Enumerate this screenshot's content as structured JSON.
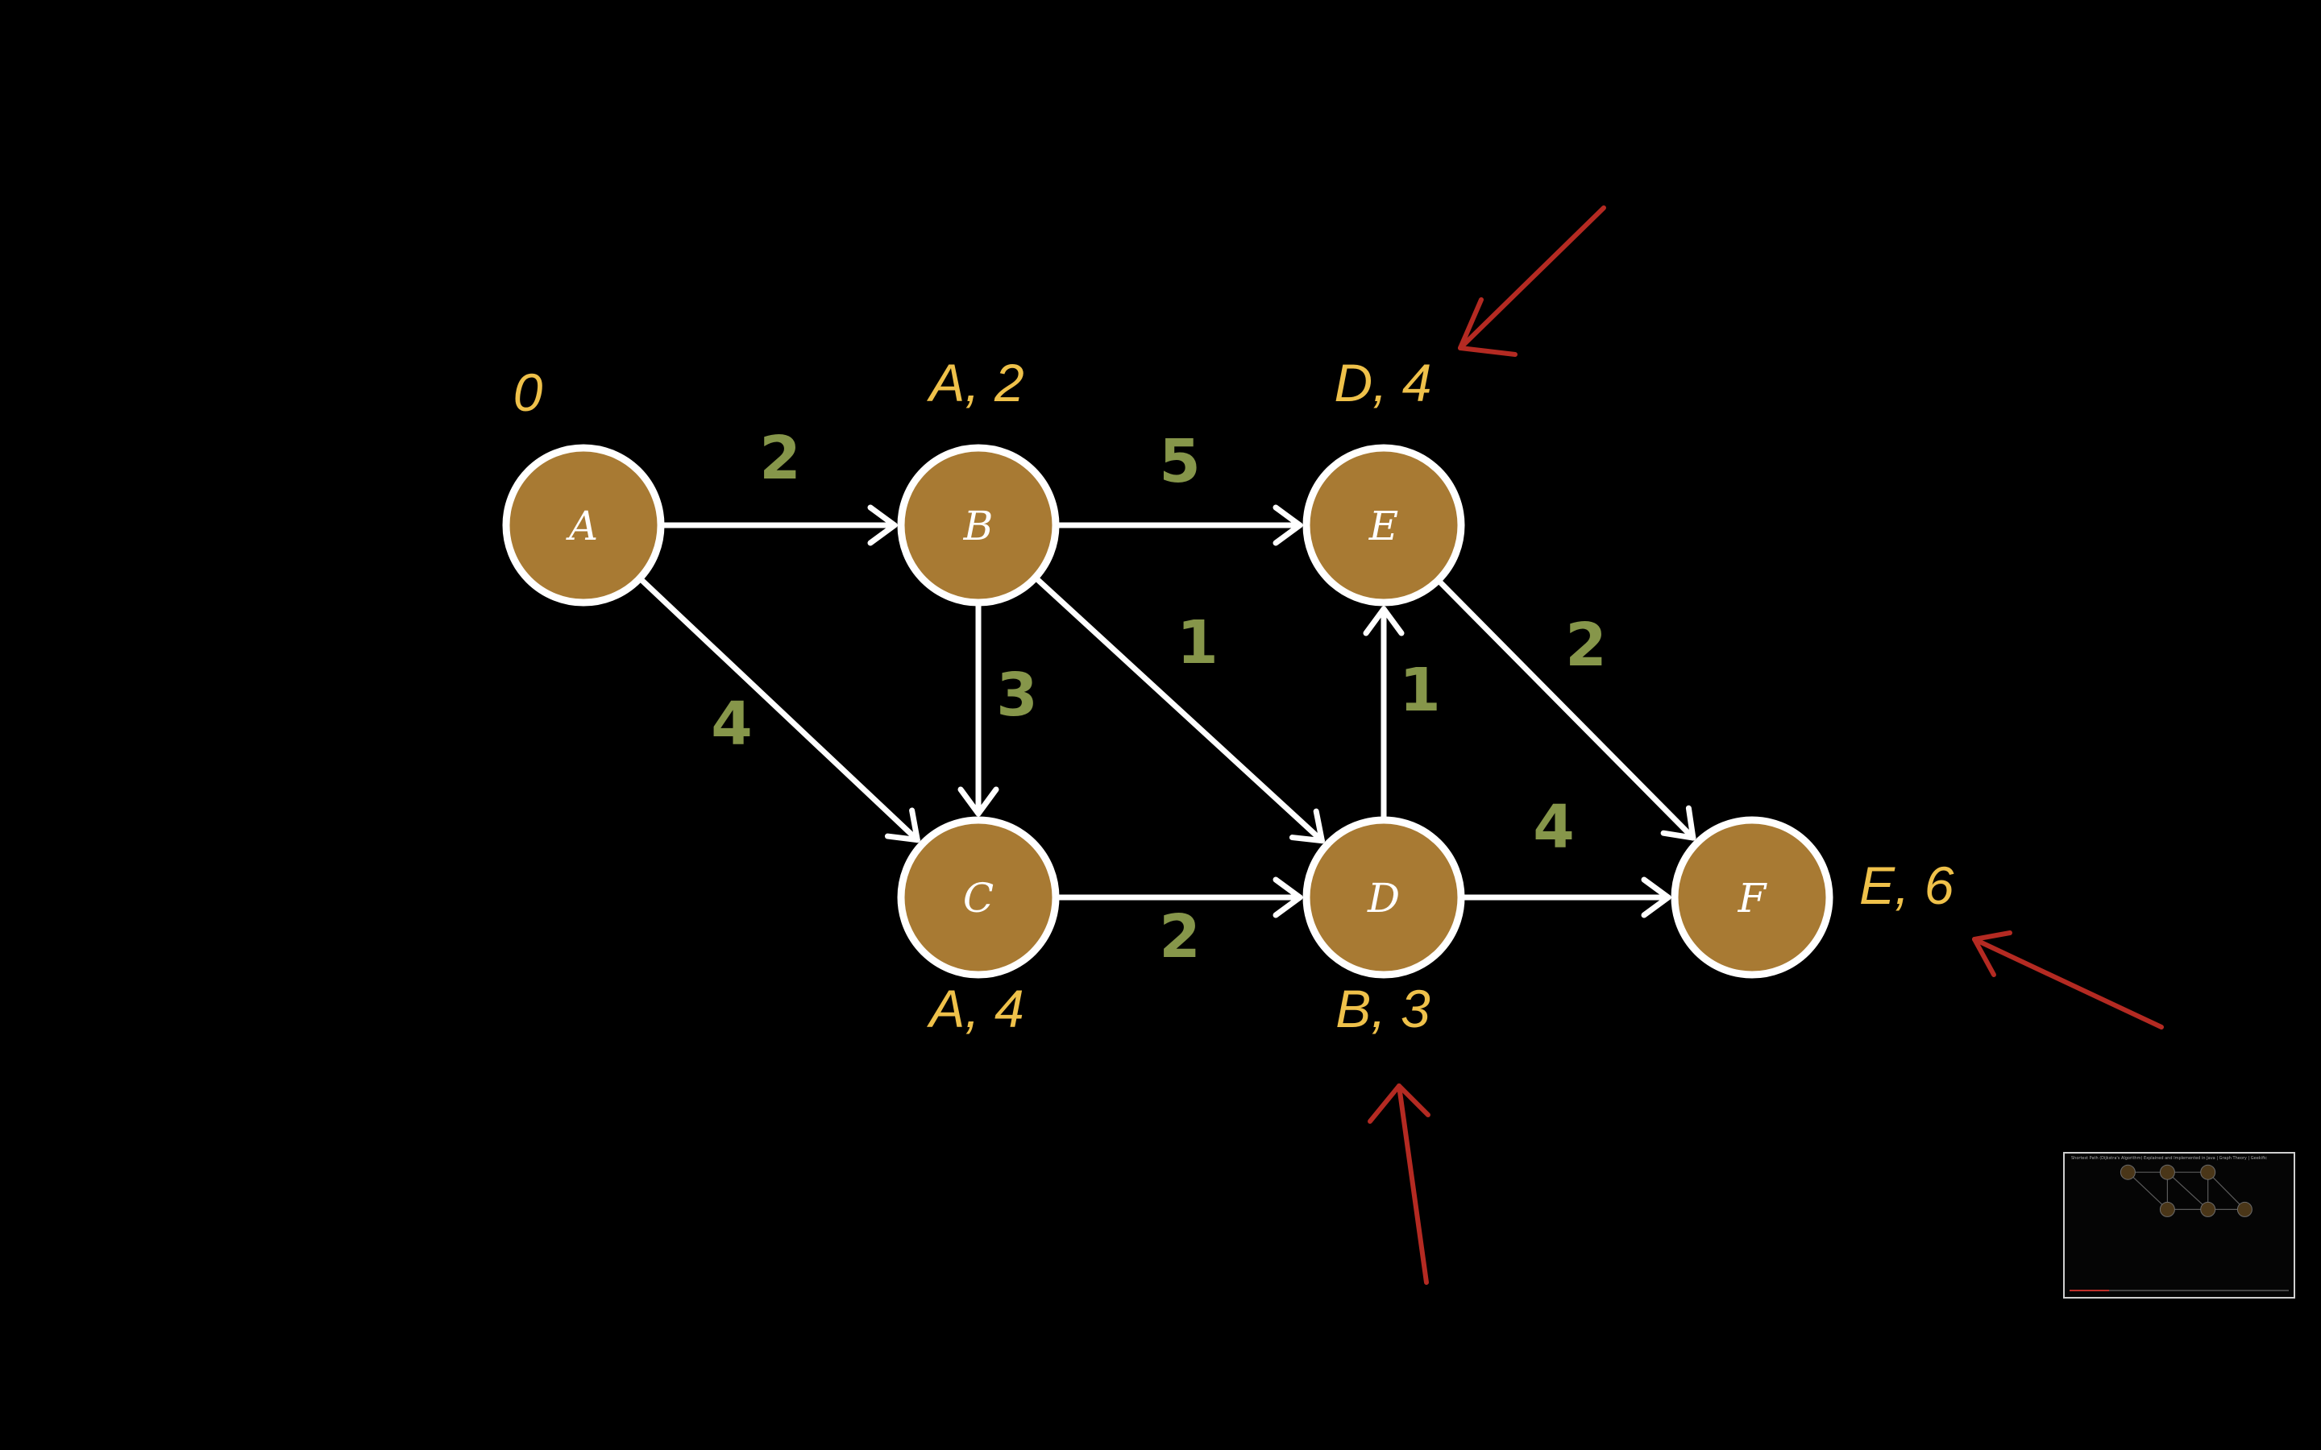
{
  "diagram": {
    "colors": {
      "background": "#000000",
      "node_fill": "#a87a33",
      "node_stroke": "#ffffff",
      "edge": "#ffffff",
      "weight_text": "#86964a",
      "distance_text": "#efc14a",
      "annotation_arrow": "#b42a22"
    },
    "nodes": [
      {
        "id": "A",
        "label": "A",
        "distance": "0"
      },
      {
        "id": "B",
        "label": "B",
        "distance": "A, 2"
      },
      {
        "id": "E",
        "label": "E",
        "distance": "D, 4"
      },
      {
        "id": "C",
        "label": "C",
        "distance": "A, 4"
      },
      {
        "id": "D",
        "label": "D",
        "distance": "B, 3"
      },
      {
        "id": "F",
        "label": "F",
        "distance": "E, 6"
      }
    ],
    "edges": [
      {
        "from": "A",
        "to": "B",
        "weight": "2"
      },
      {
        "from": "A",
        "to": "C",
        "weight": "4"
      },
      {
        "from": "B",
        "to": "E",
        "weight": "5"
      },
      {
        "from": "B",
        "to": "C",
        "weight": "3"
      },
      {
        "from": "B",
        "to": "D",
        "weight": "1"
      },
      {
        "from": "C",
        "to": "D",
        "weight": "2"
      },
      {
        "from": "D",
        "to": "E",
        "weight": "1"
      },
      {
        "from": "D",
        "to": "F",
        "weight": "4"
      },
      {
        "from": "E",
        "to": "F",
        "weight": "2"
      }
    ],
    "highlight_arrows": [
      {
        "points_to": "E"
      },
      {
        "points_to": "D"
      },
      {
        "points_to": "F"
      }
    ]
  },
  "thumbnail": {
    "title": "Shortest Path (Dijkstra's Algorithm) Explained and Implemented in Java | Graph Theory | Geekific",
    "progress": 0.18
  }
}
